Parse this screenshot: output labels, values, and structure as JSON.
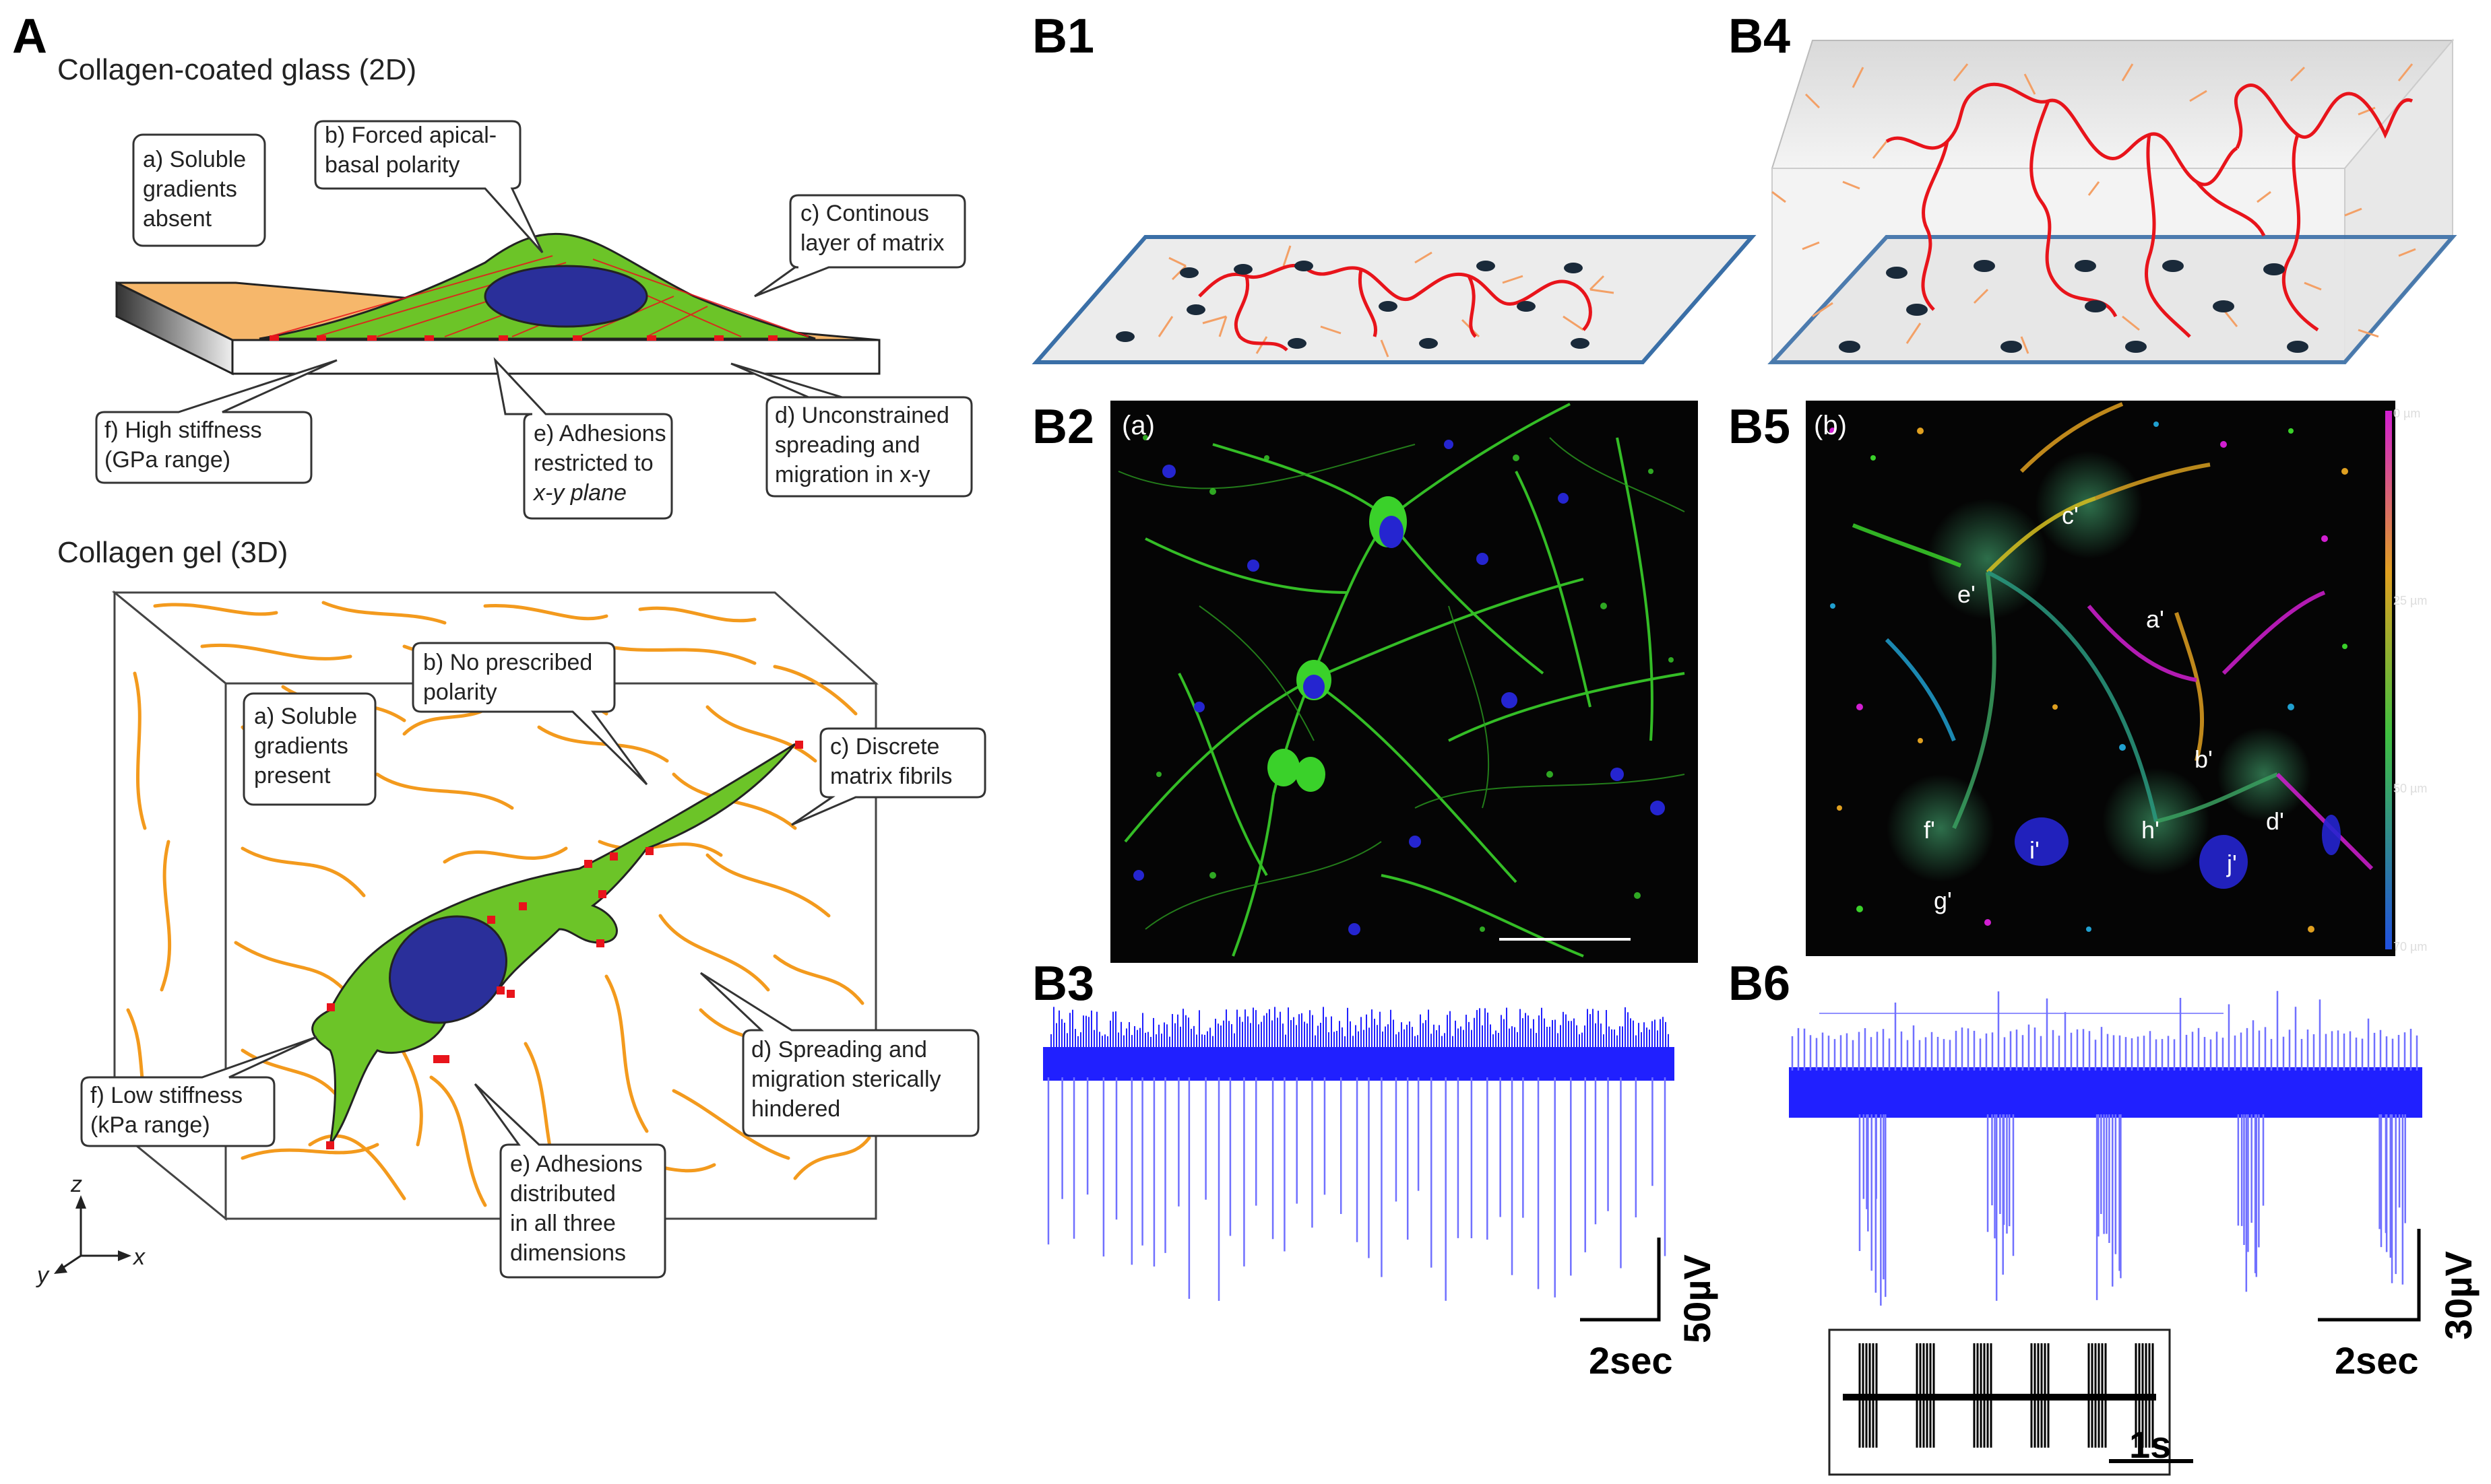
{
  "panels": {
    "A": "A",
    "B1": "B1",
    "B2": "B2",
    "B3": "B3",
    "B4": "B4",
    "B5": "B5",
    "B6": "B6"
  },
  "titles": {
    "glass": "Collagen-coated glass (2D)",
    "gel": "Collagen gel (3D)"
  },
  "callouts_2d": [
    {
      "id": "2d-a",
      "lines": [
        "a) Soluble",
        "gradients",
        "absent"
      ]
    },
    {
      "id": "2d-b",
      "lines": [
        "b) Forced apical-",
        "basal polarity"
      ]
    },
    {
      "id": "2d-c",
      "lines": [
        "c) Continous",
        "layer of matrix"
      ]
    },
    {
      "id": "2d-d",
      "lines": [
        "d) Unconstrained",
        "spreading and",
        "migration in x-y"
      ]
    },
    {
      "id": "2d-e",
      "lines": [
        "e) Adhesions",
        "restricted to",
        "x-y plane"
      ]
    },
    {
      "id": "2d-f",
      "lines": [
        "f) High stiffness",
        "(GPa range)"
      ]
    }
  ],
  "callouts_3d": [
    {
      "id": "3d-a",
      "lines": [
        "a) Soluble",
        "gradients",
        "present"
      ]
    },
    {
      "id": "3d-b",
      "lines": [
        "b) No prescribed",
        "polarity"
      ]
    },
    {
      "id": "3d-c",
      "lines": [
        "c) Discrete",
        "matrix fibrils"
      ]
    },
    {
      "id": "3d-d",
      "lines": [
        "d) Spreading and",
        "migration sterically",
        "hindered"
      ]
    },
    {
      "id": "3d-e",
      "lines": [
        "e) Adhesions",
        "distributed",
        "in all three",
        "dimensions"
      ]
    },
    {
      "id": "3d-f",
      "lines": [
        "f) Low stiffness",
        "(kPa range)"
      ]
    }
  ],
  "axes": {
    "z": "z",
    "x": "x",
    "y": "y"
  },
  "micrographs": {
    "b2_label": "(a)",
    "b5_label": "(b)",
    "b5_cells": [
      "c'",
      "e'",
      "a'",
      "b'",
      "d'",
      "f'",
      "h'",
      "i'",
      "j'",
      "g'"
    ],
    "depth_ticks": [
      "0 µm",
      "25 µm",
      "50 µm",
      "70 µm"
    ]
  },
  "recordings": {
    "b3_scale_v": "50µV",
    "b3_scale_t": "2sec",
    "b6_scale_v": "30µV",
    "b6_scale_t": "2sec",
    "b6_inset_scale": "1s"
  },
  "colors": {
    "cell": "#6cc428",
    "nucleus": "#2a2f9a",
    "fibril": "#f39a1d",
    "adhesion": "#e8141b",
    "matrix": "#f6b76b",
    "neuron_red": "#e8141b",
    "neurite_orange": "#f3a066",
    "trace": "#2020ff",
    "micro_green": "#3ad12a"
  }
}
